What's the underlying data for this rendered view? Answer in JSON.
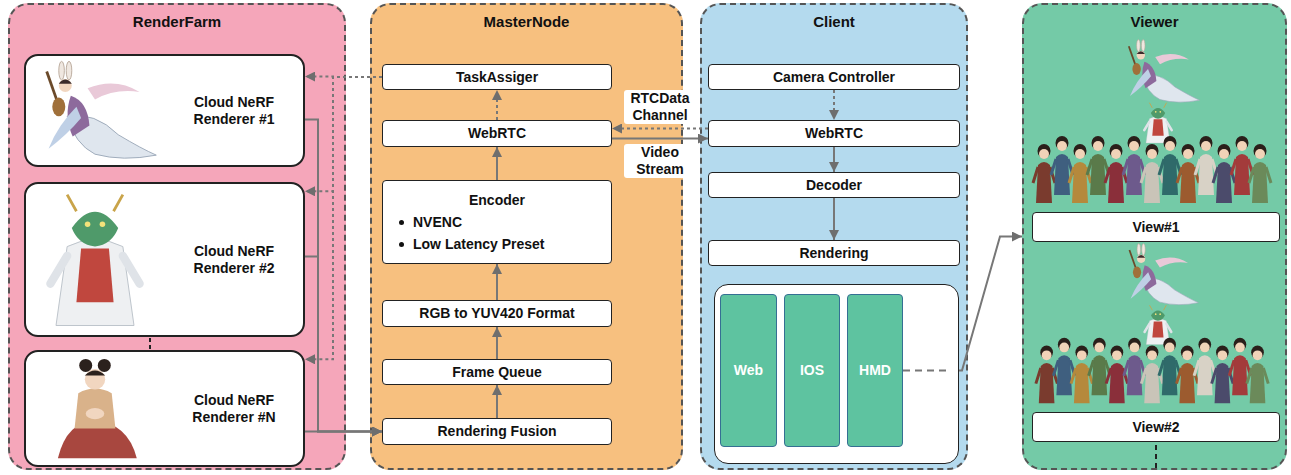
{
  "diagram": {
    "nodes": [
      {
        "text": [
          "RenderFarm"
        ]
      },
      {
        "text": [
          "Cloud NeRF Renderer #1"
        ],
        "in": 0
      },
      {
        "text": [
          "Cloud NeRF Renderer #2"
        ],
        "in": 0
      },
      {
        "text": [
          "Cloud NeRF Renderer #N"
        ],
        "in": 0
      },
      {
        "text": [
          "MasterNode"
        ]
      },
      {
        "text": [
          "TaskAssiger"
        ],
        "in": 4
      },
      {
        "text": [
          "WebRTC"
        ],
        "in": 4
      },
      {
        "text": [
          "Encoder",
          "NVENC",
          "Low Latency Preset"
        ],
        "in": 4
      },
      {
        "text": [
          "RGB to YUV420 Format"
        ],
        "in": 4
      },
      {
        "text": [
          "Frame Queue"
        ],
        "in": 4
      },
      {
        "text": [
          "Rendering Fusion"
        ],
        "in": 4
      },
      {
        "text": [
          "Client"
        ]
      },
      {
        "text": [
          "Camera Controller"
        ],
        "in": 11
      },
      {
        "text": [
          "WebRTC"
        ],
        "in": 11
      },
      {
        "text": [
          "Decoder"
        ],
        "in": 11
      },
      {
        "text": [
          "Rendering"
        ],
        "in": 11
      },
      {
        "text": [
          "Web"
        ],
        "in": 11
      },
      {
        "text": [
          "IOS"
        ],
        "in": 11
      },
      {
        "text": [
          "HMD"
        ],
        "in": 11
      },
      {
        "text": [
          "Viewer"
        ]
      },
      {
        "text": [
          "View#1"
        ],
        "in": 19
      },
      {
        "text": [
          "View#2"
        ],
        "in": 19
      }
    ],
    "edges": [
      {
        "from": 5,
        "to": 1,
        "arrow": "to"
      },
      {
        "from": 5,
        "to": 2,
        "arrow": "to"
      },
      {
        "from": 5,
        "to": 3,
        "arrow": "to"
      },
      {
        "from": 1,
        "to": 10,
        "arrow": "to"
      },
      {
        "from": 2,
        "to": 10,
        "arrow": "to"
      },
      {
        "from": 3,
        "to": 10,
        "arrow": "to"
      },
      {
        "from": 10,
        "to": 9,
        "arrow": "to"
      },
      {
        "from": 9,
        "to": 8,
        "arrow": "to"
      },
      {
        "from": 8,
        "to": 7,
        "arrow": "to"
      },
      {
        "from": 7,
        "to": 6,
        "arrow": "to"
      },
      {
        "from": 6,
        "to": 5,
        "arrow": "to"
      },
      {
        "from": 13,
        "to": 6,
        "label": "RTCData Channel",
        "arrow": "to"
      },
      {
        "from": 6,
        "to": 13,
        "label": "Video Stream",
        "arrow": "to"
      },
      {
        "from": 12,
        "to": 13,
        "arrow": "to"
      },
      {
        "from": 13,
        "to": 14,
        "arrow": "to"
      },
      {
        "from": 14,
        "to": 15,
        "arrow": "to"
      },
      {
        "from": 18,
        "to": 19,
        "arrow": "to"
      }
    ]
  }
}
